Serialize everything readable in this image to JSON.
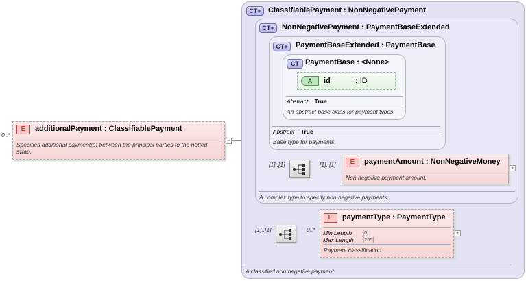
{
  "root": {
    "cardinality": "0..*",
    "badge": "E",
    "name": "additionalPayment",
    "type": "ClassifiablePayment",
    "description": "Specifies additional payment(s) between the principal parties to the netted swap."
  },
  "ct_classifiable": {
    "badge": "CT",
    "name": "ClassifiablePayment",
    "base": "NonNegativePayment",
    "description": "A classified non negative payment."
  },
  "ct_nonnegative": {
    "badge": "CT",
    "name": "NonNegativePayment",
    "base": "PaymentBaseExtended",
    "description": "A complex type to specify non negative payments."
  },
  "ct_baseextended": {
    "badge": "CT",
    "name": "PaymentBaseExtended",
    "base": "PaymentBase",
    "abstract_label": "Abstract",
    "abstract_value": "True",
    "description": "Base type for payments."
  },
  "ct_paymentbase": {
    "badge": "CT",
    "name": "PaymentBase",
    "base": "<None>",
    "abstract_label": "Abstract",
    "abstract_value": "True",
    "description": "An abstract base class for payment types.",
    "attribute": {
      "badge": "A",
      "name": "id",
      "type": "ID"
    }
  },
  "seq1": {
    "cardinality": "[1]..[1]",
    "child_cardinality": "[1]..[1]"
  },
  "payment_amount": {
    "badge": "E",
    "name": "paymentAmount",
    "type": "NonNegativeMoney",
    "description": "Non negative payment amount."
  },
  "seq2": {
    "cardinality": "[1]..[1]",
    "child_cardinality": "0..*"
  },
  "payment_type": {
    "badge": "E",
    "name": "paymentType",
    "type": "PaymentType",
    "facets": [
      {
        "label": "Min Length",
        "value": "[0]"
      },
      {
        "label": "Max Length",
        "value": "[255]"
      }
    ],
    "description": "Payment classification."
  },
  "separator": " : ",
  "collapse_symbol": "−",
  "expand_symbol": "+"
}
